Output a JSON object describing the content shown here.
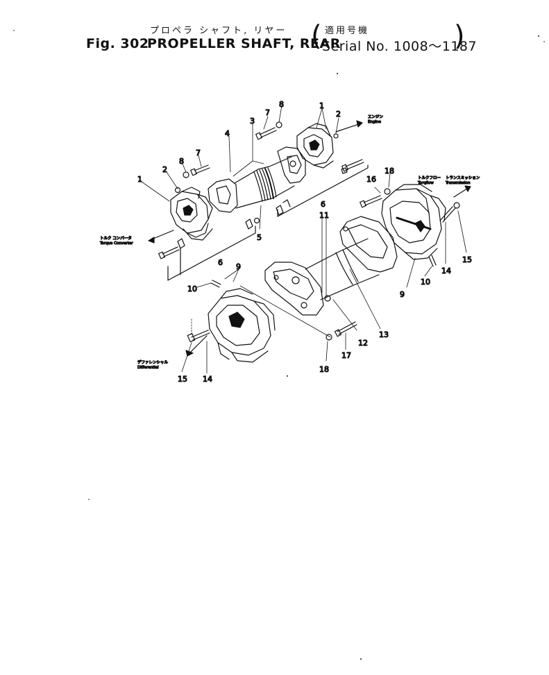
{
  "header": {
    "title_jp": "プロペラ シャフト, リヤー",
    "fig_label": "Fig. 302",
    "title_en": "PROPELLER SHAFT, REAR",
    "serial_jp": "適用号機",
    "serial_en": "Serial No. 1008～1187"
  },
  "callouts": {
    "engine_jp": "エンジン",
    "engine_en": "Engine",
    "torque_jp": "トルク コンバータ",
    "torque_en": "Torque Converter",
    "torqflow_jp": "トルクフロー",
    "torqflow_en": "Torqflow",
    "transmission_jp": "トランスミッション",
    "transmission_en": "Transmission",
    "diff_jp": "デファレンシャル",
    "diff_en": "Differential"
  },
  "part_labels": [
    {
      "id": "p1a",
      "text": "1"
    },
    {
      "id": "p2a",
      "text": "2"
    },
    {
      "id": "p8a",
      "text": "8"
    },
    {
      "id": "p7a",
      "text": "7"
    },
    {
      "id": "p4",
      "text": "4"
    },
    {
      "id": "p3",
      "text": "3"
    },
    {
      "id": "p7b",
      "text": "7"
    },
    {
      "id": "p8b",
      "text": "8"
    },
    {
      "id": "p1b",
      "text": "1"
    },
    {
      "id": "p2b",
      "text": "2"
    },
    {
      "id": "p5",
      "text": "5"
    },
    {
      "id": "p6a",
      "text": "6"
    },
    {
      "id": "p6b",
      "text": "6"
    },
    {
      "id": "p16",
      "text": "16"
    },
    {
      "id": "p18a",
      "text": "18"
    },
    {
      "id": "p11",
      "text": "11"
    },
    {
      "id": "p9a",
      "text": "9"
    },
    {
      "id": "p10a",
      "text": "10"
    },
    {
      "id": "p9b",
      "text": "9"
    },
    {
      "id": "p10b",
      "text": "10"
    },
    {
      "id": "p14a",
      "text": "14"
    },
    {
      "id": "p15a",
      "text": "15"
    },
    {
      "id": "p13",
      "text": "13"
    },
    {
      "id": "p12",
      "text": "12"
    },
    {
      "id": "p17",
      "text": "17"
    },
    {
      "id": "p18b",
      "text": "18"
    },
    {
      "id": "p15b",
      "text": "15"
    },
    {
      "id": "p14b",
      "text": "14"
    }
  ]
}
